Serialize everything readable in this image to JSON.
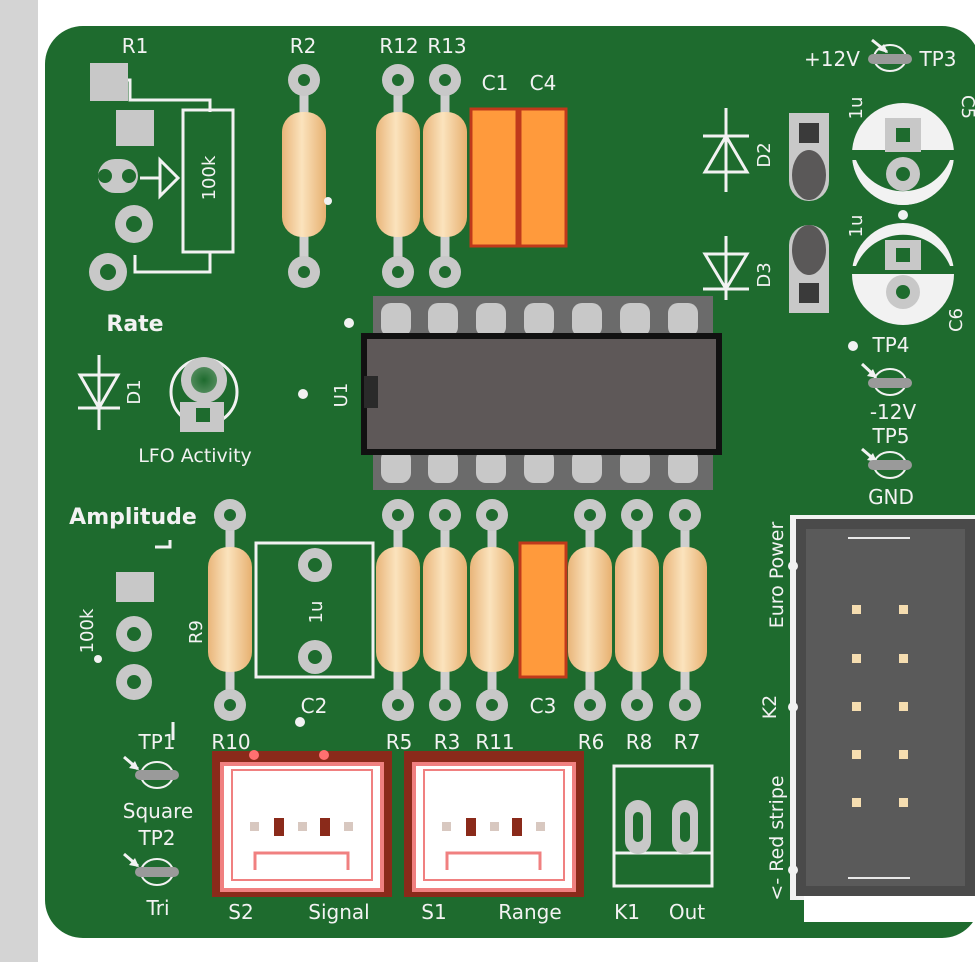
{
  "colors": {
    "background": "#ffffff",
    "sidebar": "#d4d4d4",
    "board": "#1e6b2e",
    "silk": "#f2f2f2",
    "pad": "#c8c8c8",
    "resistor": "#f2cf9a",
    "capacitor": "#ff9a3c",
    "ic": "#5e5858",
    "connector": "#8a2a1a",
    "header": "#4a4a4a"
  },
  "labels": {
    "r1": "R1",
    "r2": "R2",
    "r12": "R12",
    "r13": "R13",
    "c1": "C1",
    "c4": "C4",
    "tp3_net": "+12V",
    "tp3": "TP3",
    "pot_value": "100k",
    "d2": "D2",
    "d3": "D3",
    "c5": "C5",
    "c6": "C6",
    "c5_value": "1u",
    "c6_value": "1u",
    "rate": "Rate",
    "u1": "U1",
    "tp4": "TP4",
    "tp4_net": "-12V",
    "tp5": "TP5",
    "gnd": "GND",
    "d1": "D1",
    "lfo": "LFO Activity",
    "amplitude": "Amplitude",
    "amp_value": "100k",
    "r9": "R9",
    "c2_value": "1u",
    "c2": "C2",
    "euro_power": "Euro Power",
    "k2": "K2",
    "red_stripe": "<- Red stripe",
    "c3": "C3",
    "r10": "R10",
    "r5": "R5",
    "r3": "R3",
    "r11": "R11",
    "r6": "R6",
    "r8": "R8",
    "r7": "R7",
    "tp1": "TP1",
    "square": "Square",
    "tp2": "TP2",
    "tri": "Tri",
    "s2": "S2",
    "signal": "Signal",
    "s1": "S1",
    "range": "Range",
    "k1": "K1",
    "out": "Out"
  }
}
